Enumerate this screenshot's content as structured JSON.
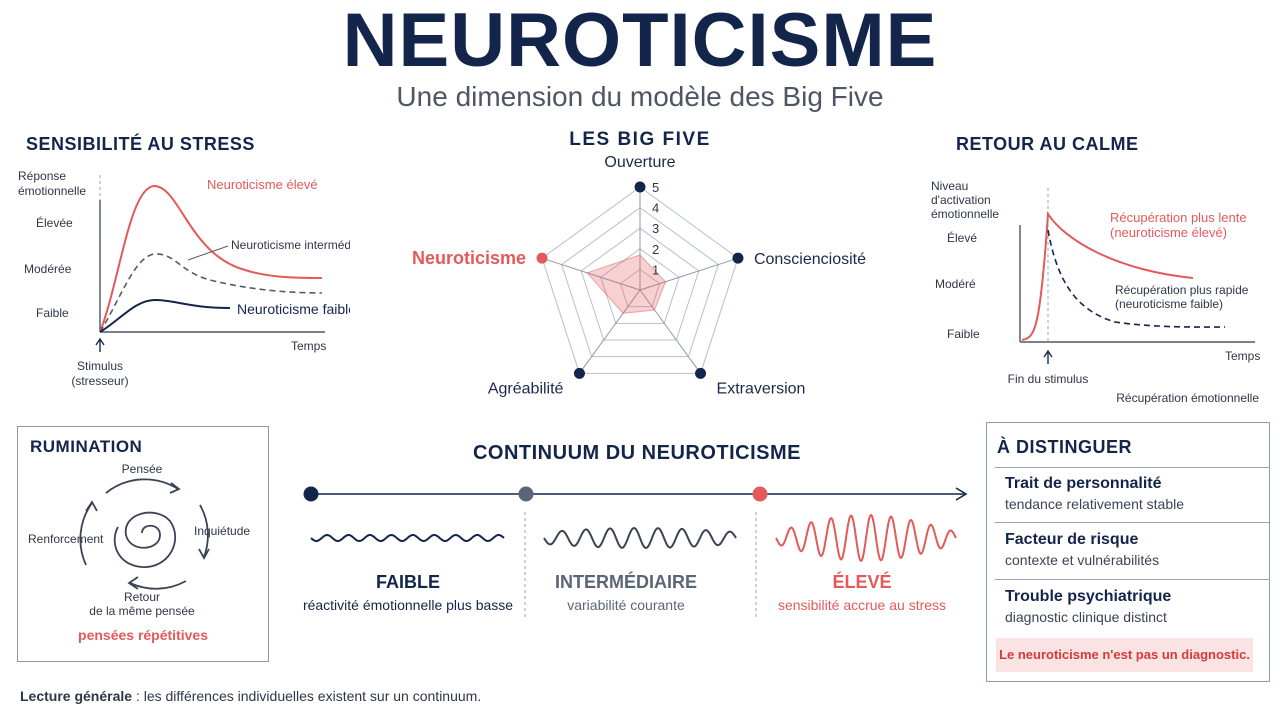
{
  "header": {
    "title": "NEUROTICISME",
    "subtitle": "Une dimension du modèle des Big Five"
  },
  "stress": {
    "title": "SENSIBILITÉ AU STRESS",
    "y_label": [
      "Réponse",
      "émotionnelle"
    ],
    "y_levels": [
      "Élevée",
      "Modérée",
      "Faible"
    ],
    "x_label": "Temps",
    "stimulus": [
      "Stimulus",
      "(stresseur)"
    ],
    "curves": {
      "high": "Neuroticisme élevé",
      "mid": "Neuroticisme intermédiaire",
      "low": "Neuroticisme faible"
    },
    "colors": {
      "high": "#e45a5a",
      "mid": "#555b66",
      "low": "#14254b"
    }
  },
  "bigfive": {
    "title": "LES BIG FIVE",
    "axes": [
      "Ouverture",
      "Conscienciosité",
      "Extraversion",
      "Agréabilité",
      "Neuroticisme"
    ],
    "scale": [
      "1",
      "2",
      "3",
      "4",
      "5"
    ],
    "highlight_axis": "Neuroticisme",
    "highlight_color": "#e45a5a",
    "shape_values": [
      1.7,
      1.3,
      1.2,
      1.4,
      2.7
    ]
  },
  "calme": {
    "title": "RETOUR AU CALME",
    "y_label": [
      "Niveau",
      "d'activation",
      "émotionnelle"
    ],
    "y_levels": [
      "Élevé",
      "Modéré",
      "Faible"
    ],
    "x_label": "Temps",
    "stimulus_end": "Fin du stimulus",
    "footer": "Récupération émotionnelle",
    "slow": [
      "Récupération plus lente",
      "(neuroticisme élevé)"
    ],
    "fast": [
      "Récupération plus rapide",
      "(neuroticisme faible)"
    ]
  },
  "rumination": {
    "title": "RUMINATION",
    "steps": [
      "Pensée",
      "Inquiétude",
      "Retour",
      "de la même pensée",
      "Renforcement"
    ],
    "footer": "pensées répétitives"
  },
  "continuum": {
    "title": "CONTINUUM DU NEUROTICISME",
    "levels": [
      {
        "name": "FAIBLE",
        "desc": "réactivité émotionnelle plus basse",
        "color": "#14254b"
      },
      {
        "name": "INTERMÉDIAIRE",
        "desc": "variabilité courante",
        "color": "#5b6578"
      },
      {
        "name": "ÉLEVÉ",
        "desc": "sensibilité accrue au stress",
        "color": "#e45a5a"
      }
    ]
  },
  "distinguer": {
    "title": "À DISTINGUER",
    "items": [
      {
        "title": "Trait de personnalité",
        "desc": "tendance relativement stable"
      },
      {
        "title": "Facteur de risque",
        "desc": "contexte et vulnérabilités"
      },
      {
        "title": "Trouble psychiatrique",
        "desc": "diagnostic clinique distinct"
      }
    ],
    "note": "Le neuroticisme n'est pas un diagnostic."
  },
  "footer": {
    "bold": "Lecture générale",
    "text": " : les différences individuelles existent sur un continuum."
  }
}
